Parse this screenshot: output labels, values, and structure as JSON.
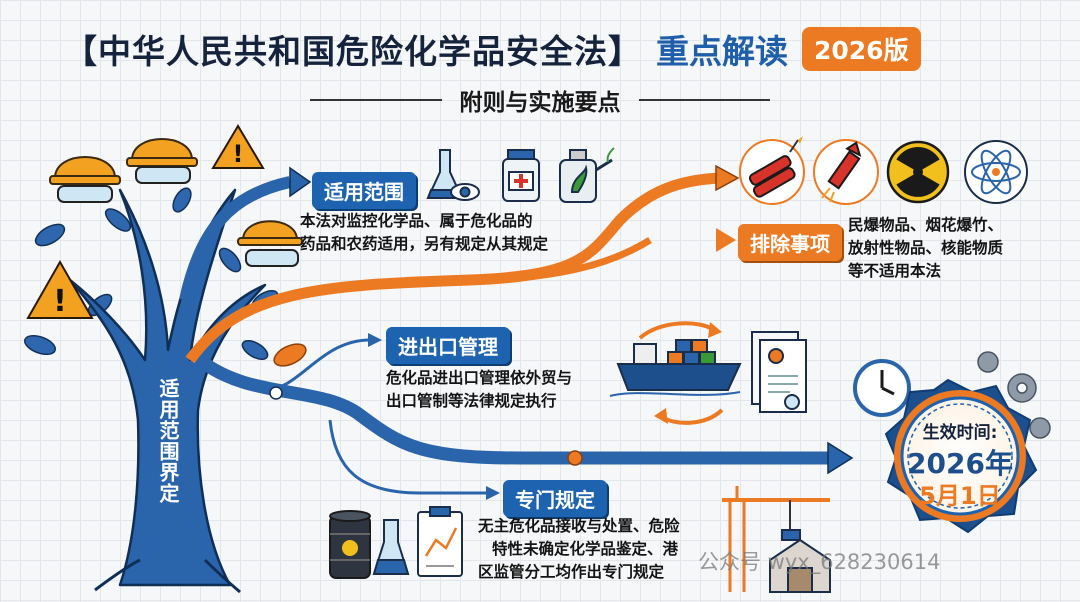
{
  "title": {
    "main": "【中华人民共和国危险化学品安全法】",
    "accent": "重点解读",
    "badge": "2026版"
  },
  "subtitle": "附则与实施要点",
  "tree": {
    "trunk_label": "适用范围界定"
  },
  "sections": {
    "scope": {
      "label": "适用范围",
      "desc_line1": "本法对监控化学品、属于危化品的",
      "desc_line2": "药品和农药适用，另有规定从其规定",
      "icons": [
        "flask-eye-icon",
        "medicine-bottle-icon",
        "pesticide-sprayer-icon"
      ]
    },
    "exclusion": {
      "label": "排除事项",
      "desc_line1": "民爆物品、烟花爆竹、",
      "desc_line2": "放射性物品、核能物质",
      "desc_line3": "等不适用本法",
      "icons": [
        "dynamite-icon",
        "firework-rocket-icon",
        "radiation-icon",
        "atom-icon"
      ]
    },
    "import_export": {
      "label": "进出口管理",
      "desc_line1": "危化品进出口管理依外贸与",
      "desc_line2": "出口管制等法律规定执行",
      "icons": [
        "cargo-ship-icon",
        "certificate-document-icon"
      ]
    },
    "special": {
      "label": "专门规定",
      "desc_line1": "无主危化品接收与处置、危险",
      "desc_line2": "特性未确定化学品鉴定、港",
      "desc_line3": "区监管分工均作出专门规定",
      "icons": [
        "chemical-barrel-icon",
        "lab-flask-icon",
        "chart-clipboard-icon",
        "port-crane-icon"
      ]
    }
  },
  "effective": {
    "label": "生效时间:",
    "year": "2026年",
    "date": "5月1日"
  },
  "watermark": "公众号 wyx_628230614",
  "colors": {
    "blue": "#1d63b0",
    "orange": "#ec7a23",
    "navy": "#16233c"
  }
}
